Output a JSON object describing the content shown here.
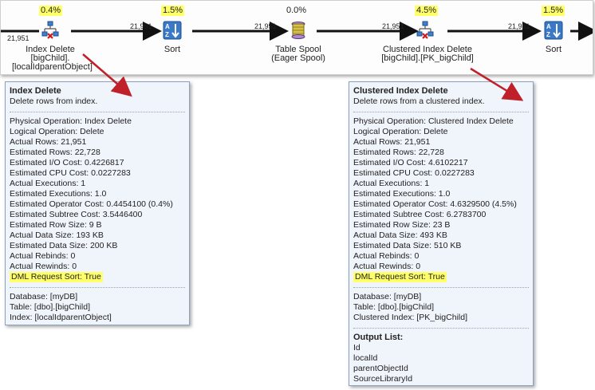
{
  "plan": {
    "operators": [
      {
        "id": "index-delete",
        "name_line1": "Index Delete",
        "name_line2": "[bigChild].",
        "name_line3": "[localIdparentObject]",
        "cost": "0.4%"
      },
      {
        "id": "sort-1",
        "name_line1": "Sort",
        "cost": "1.5%"
      },
      {
        "id": "table-spool",
        "name_line1": "Table Spool",
        "name_line2": "(Eager Spool)",
        "cost": "0.0%"
      },
      {
        "id": "clustered-index-delete",
        "name_line1": "Clustered Index Delete",
        "name_line2": "[bigChild].[PK_bigChild]",
        "cost": "4.5%"
      },
      {
        "id": "sort-2",
        "name_line1": "Sort",
        "cost": "1.5%"
      }
    ],
    "row_counts": [
      "21,951",
      "21,951",
      "21,951",
      "21,951",
      "21,951"
    ]
  },
  "tooltip_left": {
    "title": "Index Delete",
    "description": "Delete rows from index.",
    "properties": [
      "Physical Operation:  Index Delete",
      "Logical Operation:  Delete",
      "Actual Rows:  21,951",
      "Estimated Rows:  22,728",
      "Estimated I/O Cost:  0.4226817",
      "Estimated CPU Cost:  0.0227283",
      "Actual Executions:  1",
      "Estimated Executions:  1.0",
      "Estimated Operator Cost:  0.4454100 (0.4%)",
      "Estimated Subtree Cost:  3.5446400",
      "Estimated Row Size:  9 B",
      "Actual Data Size:  193 KB",
      "Estimated Data Size:  200 KB",
      "Actual Rebinds:  0",
      "Actual Rewinds:  0"
    ],
    "highlight": "DML Request Sort:  True",
    "object": [
      "Database:  [myDB]",
      "Table:  [dbo].[bigChild]",
      "Index:  [localIdparentObject]"
    ]
  },
  "tooltip_right": {
    "title": "Clustered Index Delete",
    "description": "Delete rows from a clustered index.",
    "properties": [
      "Physical Operation:  Clustered Index Delete",
      "Logical Operation:  Delete",
      "Actual Rows:  21,951",
      "Estimated Rows:  22,728",
      "Estimated I/O Cost:  4.6102217",
      "Estimated CPU Cost:  0.0227283",
      "Actual Executions:  1",
      "Estimated Executions:  1.0",
      "Estimated Operator Cost:  4.6329500 (4.5%)",
      "Estimated Subtree Cost:  6.2783700",
      "Estimated Row Size:  23 B",
      "Actual Data Size:  493 KB",
      "Estimated Data Size:  510 KB",
      "Actual Rebinds:  0",
      "Actual Rewinds:  0"
    ],
    "highlight": "DML Request Sort:  True",
    "object": [
      "Database:  [myDB]",
      "Table:  [dbo].[bigChild]",
      "Clustered Index:  [PK_bigChild]"
    ],
    "output_title": "Output List:",
    "output": [
      "Id",
      "localId",
      "parentObjectId",
      "SourceLibraryId"
    ]
  },
  "colors": {
    "highlight": "#ffff6a",
    "annotation_arrow": "#c0202a",
    "tooltip_bg": "#f0f4fb",
    "tooltip_border": "#8fa0bf"
  }
}
